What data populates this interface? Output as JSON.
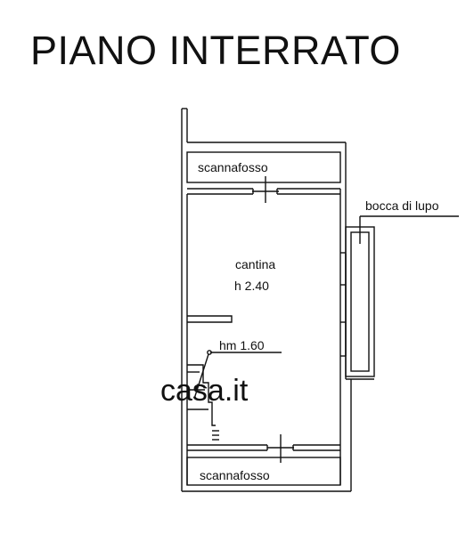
{
  "title": "PIANO INTERRATO",
  "labels": {
    "top_trench": "scannafosso",
    "bottom_trench": "scannafosso",
    "light_well": "bocca di lupo",
    "room_name": "cantina",
    "room_height": "h 2.40",
    "stair_height": "hm 1.60"
  },
  "watermark": "casa.it",
  "colors": {
    "line": "#111111",
    "watermark": "#d9d9d9"
  }
}
